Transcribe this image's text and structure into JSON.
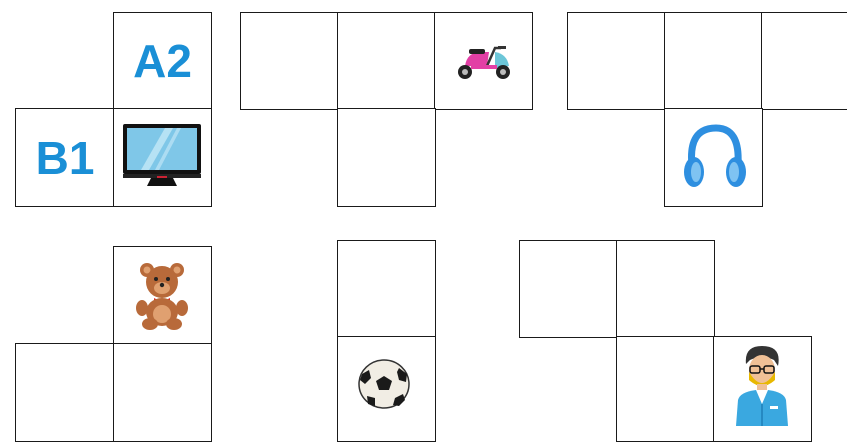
{
  "colors": {
    "label": "#1a8fd6",
    "grid_line": "#1a1a1a"
  },
  "labels": {
    "a2": "A2",
    "b1": "B1"
  },
  "shapes": [
    {
      "id": "shape-1",
      "cells": [
        "r0c1",
        "r1c0",
        "r1c1"
      ]
    },
    {
      "id": "shape-2",
      "cells": [
        "r0c0",
        "r0c1",
        "r0c2",
        "r1c1"
      ]
    },
    {
      "id": "shape-3",
      "cells": [
        "r0c0",
        "r0c1",
        "r0c2",
        "r1c1"
      ]
    },
    {
      "id": "shape-4",
      "cells": [
        "r0c1",
        "r1c0",
        "r1c1"
      ]
    },
    {
      "id": "shape-5",
      "cells": [
        "r0c0",
        "r1c0"
      ]
    },
    {
      "id": "shape-6",
      "cells": [
        "r0c0",
        "r0c1",
        "r1c1",
        "r1c2"
      ]
    }
  ],
  "items": [
    {
      "name": "monitor-icon",
      "shape": "shape-1",
      "cell": "r1c1"
    },
    {
      "name": "scooter-icon",
      "shape": "shape-2",
      "cell": "r0c2"
    },
    {
      "name": "headphones-icon",
      "shape": "shape-3",
      "cell": "r1c1"
    },
    {
      "name": "teddy-bear-icon",
      "shape": "shape-4",
      "cell": "r0c1"
    },
    {
      "name": "soccer-ball-icon",
      "shape": "shape-5",
      "cell": "r1c0"
    },
    {
      "name": "man-icon",
      "shape": "shape-6",
      "cell": "r1c2"
    }
  ]
}
